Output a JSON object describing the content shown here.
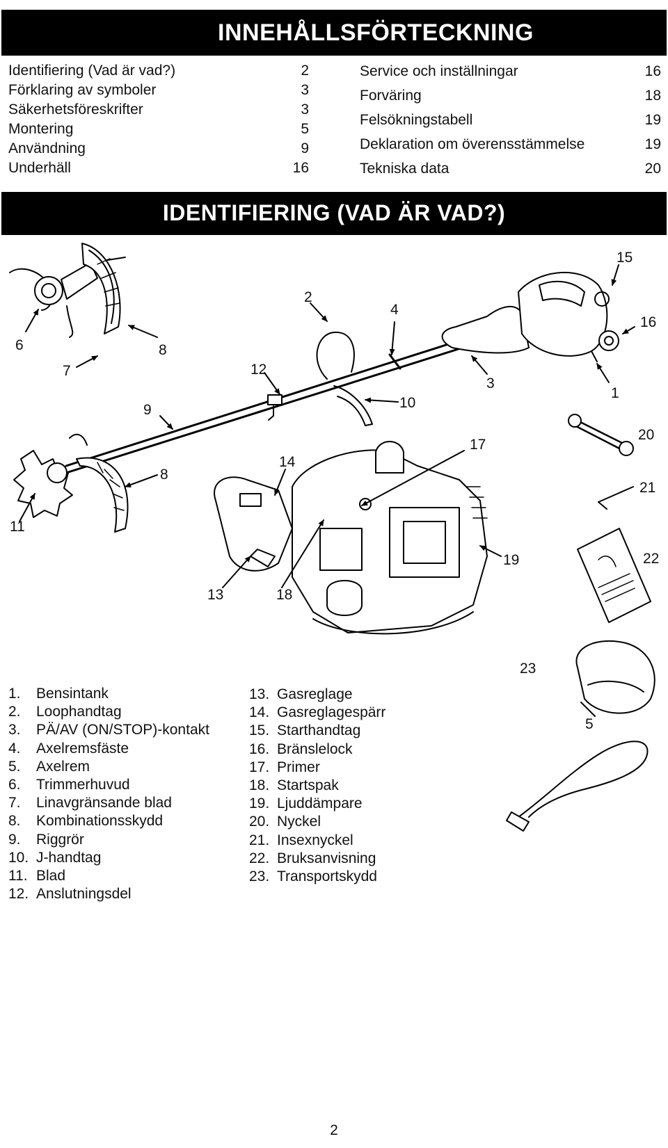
{
  "toc": {
    "title": "INNEHÅLLSFÖRTECKNING",
    "left": [
      {
        "title": "Identifiering (Vad är vad?)",
        "page": "2"
      },
      {
        "title": "Förklaring av symboler",
        "page": "3"
      },
      {
        "title": "Säkerhetsföreskrifter",
        "page": "3"
      },
      {
        "title": "Montering",
        "page": "5"
      },
      {
        "title": "Användning",
        "page": "9"
      },
      {
        "title": "Underhäll",
        "page": "16"
      }
    ],
    "right": [
      {
        "title": "Service och inställningar",
        "page": "16"
      },
      {
        "title": "Forväring",
        "page": "18"
      },
      {
        "title": "Felsökningstabell",
        "page": "19"
      },
      {
        "title": "Deklaration om överensstämmelse",
        "page": "19"
      },
      {
        "title": "Tekniska data",
        "page": "20"
      }
    ]
  },
  "identification": {
    "title": "IDENTIFIERING  (VAD ÄR VAD?)",
    "diagram_labels": [
      "15",
      "2",
      "4",
      "16",
      "6",
      "8",
      "7",
      "12",
      "3",
      "1",
      "9",
      "10",
      "20",
      "17",
      "14",
      "8",
      "21",
      "11",
      "19",
      "22",
      "13",
      "18",
      "23",
      "5"
    ]
  },
  "parts": {
    "col1": [
      {
        "n": "1.",
        "name": "Bensintank"
      },
      {
        "n": "2.",
        "name": "Loophandtag"
      },
      {
        "n": "3.",
        "name": "PÄ/AV (ON/STOP)-kontakt"
      },
      {
        "n": "4.",
        "name": "Axelremsfäste"
      },
      {
        "n": "5.",
        "name": "Axelrem"
      },
      {
        "n": "6.",
        "name": "Trimmerhuvud"
      },
      {
        "n": "7.",
        "name": "Linavgränsande blad"
      },
      {
        "n": "8.",
        "name": "Kombinationsskydd"
      },
      {
        "n": "9.",
        "name": "Riggrör"
      },
      {
        "n": "10.",
        "name": "J-handtag"
      },
      {
        "n": "11.",
        "name": "Blad"
      },
      {
        "n": "12.",
        "name": "Anslutningsdel"
      }
    ],
    "col2": [
      {
        "n": "13.",
        "name": "Gasreglage"
      },
      {
        "n": "14.",
        "name": "Gasreglagespärr"
      },
      {
        "n": "15.",
        "name": "Starthandtag"
      },
      {
        "n": "16.",
        "name": "Bränslelock"
      },
      {
        "n": "17.",
        "name": "Primer"
      },
      {
        "n": "18.",
        "name": "Startspak"
      },
      {
        "n": "19.",
        "name": "Ljuddämpare"
      },
      {
        "n": "20.",
        "name": "Nyckel"
      },
      {
        "n": "21.",
        "name": "Insexnyckel"
      },
      {
        "n": "22.",
        "name": "Bruksanvisning"
      },
      {
        "n": "23.",
        "name": "Transportskydd"
      }
    ]
  },
  "page_number": "2"
}
